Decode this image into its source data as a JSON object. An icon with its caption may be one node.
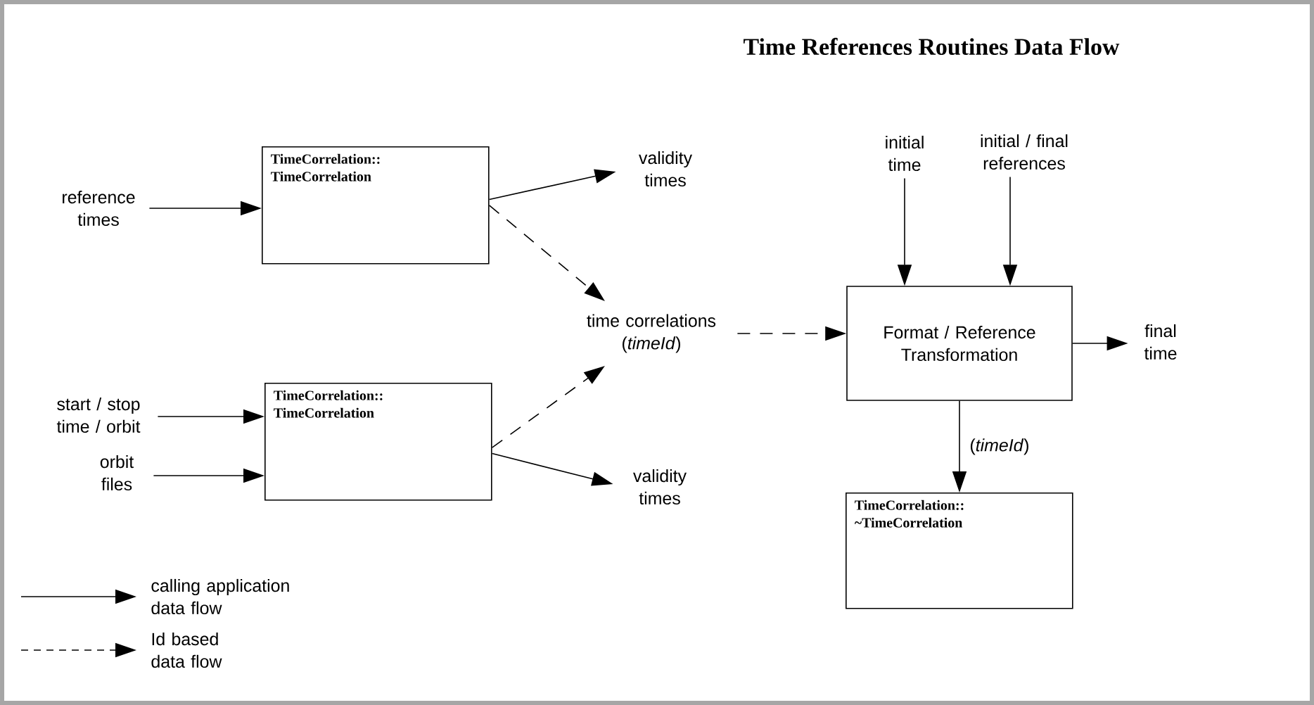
{
  "diagram": {
    "title": "Time References Routines Data Flow",
    "nodes": [
      {
        "text": [
          "reference times"
        ]
      },
      {
        "text": [
          "TimeCorrelation:: TimeCorrelation"
        ]
      },
      {
        "text": [
          "validity times"
        ]
      },
      {
        "text": [
          "time correlations (*timeId*)"
        ]
      },
      {
        "text": [
          "start / stop time / orbit"
        ]
      },
      {
        "text": [
          "orbit files"
        ]
      },
      {
        "text": [
          "TimeCorrelation:: TimeCorrelation"
        ]
      },
      {
        "text": [
          "validity times"
        ]
      },
      {
        "text": [
          "initial time"
        ]
      },
      {
        "text": [
          "initial / final references"
        ]
      },
      {
        "text": [
          "Format / Reference Transformation"
        ]
      },
      {
        "text": [
          "final time"
        ]
      },
      {
        "text": [
          "TimeCorrelation:: ~TimeCorrelation"
        ]
      }
    ],
    "edges": [
      {
        "from": 0,
        "to": 1,
        "arrow": "to"
      },
      {
        "from": 1,
        "to": 2,
        "arrow": "to"
      },
      {
        "from": 1,
        "to": 3,
        "arrow": "to",
        "style": "dashed"
      },
      {
        "from": 4,
        "to": 6,
        "arrow": "to"
      },
      {
        "from": 5,
        "to": 6,
        "arrow": "to"
      },
      {
        "from": 6,
        "to": 3,
        "arrow": "to",
        "style": "dashed"
      },
      {
        "from": 6,
        "to": 7,
        "arrow": "to"
      },
      {
        "from": 3,
        "to": 10,
        "arrow": "to",
        "style": "dashed"
      },
      {
        "from": 8,
        "to": 10,
        "arrow": "to"
      },
      {
        "from": 9,
        "to": 10,
        "arrow": "to"
      },
      {
        "from": 10,
        "to": 11,
        "arrow": "to"
      },
      {
        "from": 10,
        "to": 12,
        "arrow": "to",
        "label": "(*timeId*)"
      }
    ],
    "legend": [
      {
        "text": "calling application data flow"
      },
      {
        "text": "Id based data flow"
      }
    ]
  }
}
